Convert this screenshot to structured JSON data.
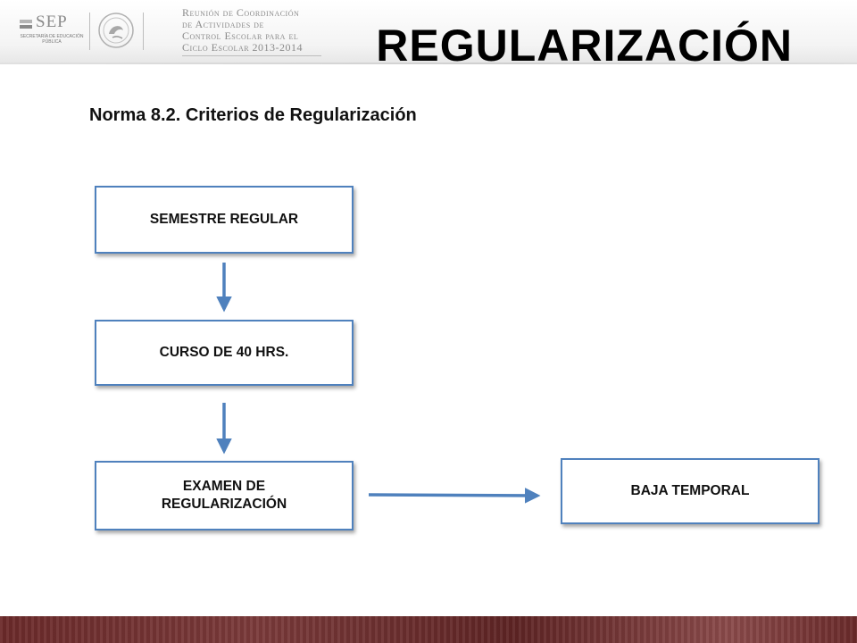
{
  "header": {
    "logo_text": "SEP",
    "logo_subtext": "Secretaría de Educación Pública",
    "meeting_lines": [
      "Reunión de Coordinación",
      "de Actividades de",
      "Control Escolar para el",
      "Ciclo Escolar 2013-2014"
    ]
  },
  "slide": {
    "title": "REGULARIZACIÓN",
    "subtitle": "Norma 8.2. Criterios de Regularización"
  },
  "diagram": {
    "nodes": [
      {
        "id": "semestre",
        "label": "SEMESTRE REGULAR"
      },
      {
        "id": "curso",
        "label": "CURSO DE 40 HRS."
      },
      {
        "id": "examen",
        "label": "EXAMEN DE REGULARIZACIÓN"
      },
      {
        "id": "baja",
        "label": "BAJA TEMPORAL"
      }
    ],
    "edges": [
      {
        "from": "semestre",
        "to": "curso"
      },
      {
        "from": "curso",
        "to": "examen"
      },
      {
        "from": "examen",
        "to": "baja"
      }
    ],
    "colors": {
      "border": "#4f81bd",
      "arrow": "#4f81bd"
    }
  }
}
